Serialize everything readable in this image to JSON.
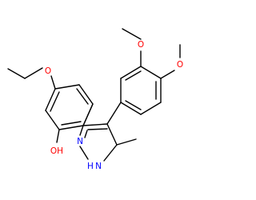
{
  "molecule": {
    "atom_labels": {
      "o_top": "O",
      "o_right": "O",
      "o_ethoxy": "O",
      "oh": "OH",
      "n1": "N",
      "nh": "N",
      "nh_h": "H"
    },
    "colors": {
      "bond": "#000000",
      "oxygen": "#ff0000",
      "nitrogen": "#0000ff"
    }
  }
}
